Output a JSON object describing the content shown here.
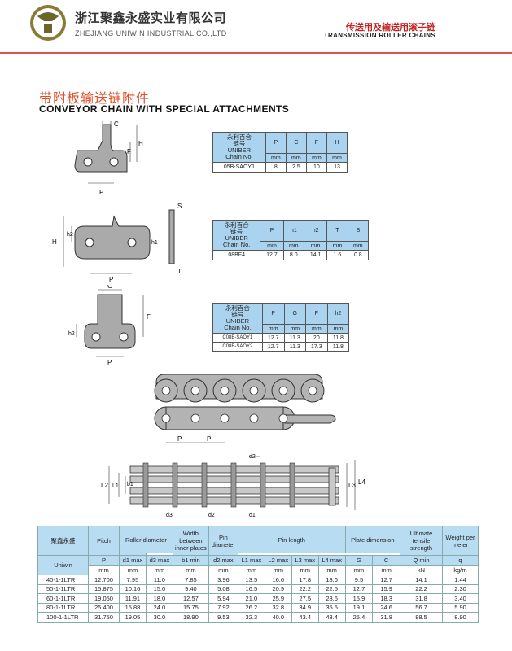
{
  "header": {
    "company_cn": "浙江聚鑫永盛实业有限公司",
    "company_en": "ZHEJIANG UNIWIN INDUSTRIAL CO.,LTD",
    "category_cn": "传送用及输送用滚子链",
    "category_en": "TRANSMISSION ROLLER CHAINS"
  },
  "section": {
    "title_cn": "带附板输送链附件",
    "title_en": "CONVEYOR CHAIN WITH SPECIAL ATTACHMENTS"
  },
  "chainno_label": {
    "cn1": "永利百合",
    "cn2": "链号",
    "en1": "UNIBER",
    "en2": "Chain No."
  },
  "unit_mm": "mm",
  "table1": {
    "cols": [
      "P",
      "C",
      "F",
      "H"
    ],
    "rows": [
      [
        "05B-SAOY1",
        "8",
        "2.5",
        "10",
        "13"
      ]
    ]
  },
  "table2": {
    "cols": [
      "P",
      "h1",
      "h2",
      "T",
      "S"
    ],
    "rows": [
      [
        "08BF4",
        "12.7",
        "8.0",
        "14.1",
        "1.6",
        "0.8"
      ]
    ]
  },
  "table3": {
    "cols": [
      "P",
      "G",
      "F",
      "h2"
    ],
    "rows": [
      [
        "C08B-SAOY1",
        "12.7",
        "11.3",
        "20",
        "11.8"
      ],
      [
        "C08B-SAOY2",
        "12.7",
        "11.3",
        "17.3",
        "11.8"
      ]
    ]
  },
  "drawing_labels": {
    "d1_C": "C",
    "d1_F": "F",
    "d1_H": "H",
    "d1_P": "P",
    "d2_S": "S",
    "d2_H": "H",
    "d2_h2": "h2",
    "d2_h1": "h1",
    "d2_P": "P",
    "d2_T": "T",
    "d3_G": "G",
    "d3_F": "F",
    "d3_h2": "h2",
    "d3_P": "P",
    "chain_P1": "P",
    "chain_P2": "P",
    "side_L1": "L1",
    "side_L2": "L2",
    "side_b1": "b1",
    "side_L3": "L3",
    "side_L4": "L4",
    "side_d2": "d2",
    "side_d3": "d3",
    "side_d2b": "d2",
    "side_d1": "d1"
  },
  "main_table": {
    "brand_cn": "聚鑫永盛",
    "brand_en": "Uniwin",
    "headers": {
      "pitch": "Pitch",
      "roller": "Roller diameter",
      "width": "Width between inner plates",
      "pin_d": "Pin diameter",
      "pin_len": "Pin length",
      "plate": "Plate dimension",
      "tensile": "Ultimate tensile strength",
      "weight": "Weight per meter"
    },
    "sub": [
      "P",
      "d1 max",
      "d3 max",
      "b1 min",
      "d2 max",
      "L1 max",
      "L2 max",
      "L3 max",
      "L4 max",
      "G",
      "C",
      "Q min",
      "q"
    ],
    "units": [
      "mm",
      "mm",
      "mm",
      "mm",
      "mm",
      "mm",
      "mm",
      "mm",
      "mm",
      "mm",
      "mm",
      "kN",
      "kg/m"
    ],
    "rows": [
      [
        "40-1-1LTR",
        "12.700",
        "7.95",
        "11.0",
        "7.85",
        "3.96",
        "13.5",
        "16.6",
        "17.8",
        "18.6",
        "9.5",
        "12.7",
        "14.1",
        "1.44"
      ],
      [
        "50-1-1LTR",
        "15.875",
        "10.16",
        "15.0",
        "9.40",
        "5.08",
        "16.5",
        "20.9",
        "22.2",
        "22.5",
        "12.7",
        "15.9",
        "22.2",
        "2.30"
      ],
      [
        "60-1-1LTR",
        "19.050",
        "11.91",
        "18.0",
        "12.57",
        "5.94",
        "21.0",
        "25.9",
        "27.5",
        "28.6",
        "15.9",
        "18.3",
        "31.8",
        "3.40"
      ],
      [
        "80-1-1LTR",
        "25.400",
        "15.88",
        "24.0",
        "15.75",
        "7.92",
        "26.2",
        "32.8",
        "34.9",
        "35.5",
        "19.1",
        "24.6",
        "56.7",
        "5.90"
      ],
      [
        "100-1-1LTR",
        "31.750",
        "19.05",
        "30.0",
        "18.90",
        "9.53",
        "32.3",
        "40.0",
        "43.4",
        "43.4",
        "25.4",
        "31.8",
        "88.5",
        "8.90"
      ]
    ]
  }
}
